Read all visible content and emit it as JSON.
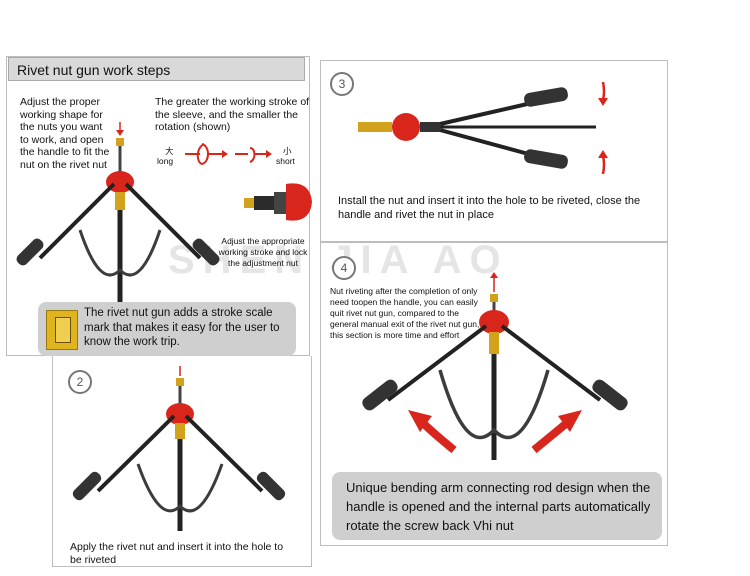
{
  "title": "Rivet nut gun work steps",
  "watermark": "SHEN JIA AO",
  "step1": {
    "text": "Adjust the proper working shape for the nuts you want to work, and open the handle to fit the nut on the rivet nut",
    "stroke_text": "The greater the working stroke of the sleeve, and the smaller the rotation (shown)",
    "long_label_cn": "大",
    "long_label": "long",
    "short_label_cn": "小",
    "short_label": "short",
    "adjust_text": "Adjust the appropriate working stroke and lock the adjustment nut",
    "scale_text": "The rivet nut gun adds a stroke scale mark that makes it easy for the user to know the work trip."
  },
  "step2": {
    "number": "2",
    "caption": "Apply the rivet nut and insert it into the hole to be riveted"
  },
  "step3": {
    "number": "3",
    "caption": "Install the nut and insert it into the hole to be riveted, close the handle and rivet the nut in place"
  },
  "step4": {
    "number": "4",
    "text": "Nut riveting after the completion of only need toopen the handle, you can easily quit rivet nut gun, compared to the general manual exit of the rivet nut gun, this section is more time and effort",
    "caption": "Unique bending arm connecting rod design when the handle is opened and the internal parts automatically rotate the screw back Vhi nut"
  },
  "colors": {
    "accent_red": "#d9261c",
    "gray_box": "#cfcfcf",
    "tool_dark": "#2b2b2b",
    "brass": "#d2a21c"
  }
}
